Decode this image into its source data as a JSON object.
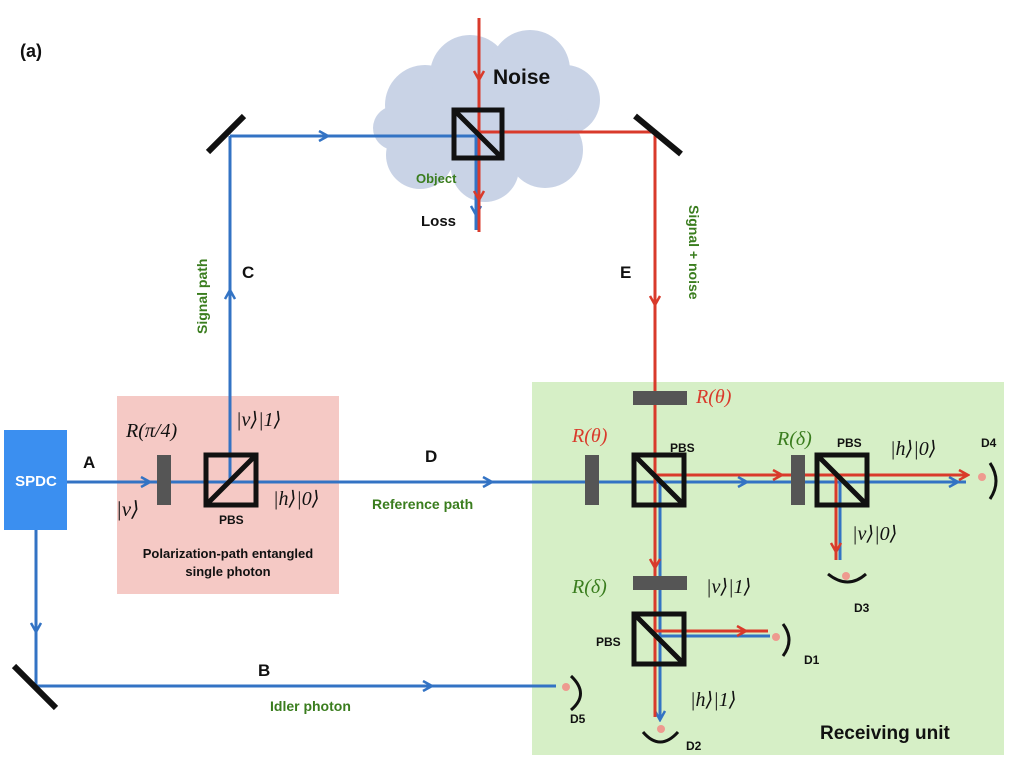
{
  "panel_label": "(a)",
  "labels": {
    "noise": "Noise",
    "object": "Object",
    "loss": "Loss",
    "signal_path": "Signal path",
    "signal_noise": "Signal + noise",
    "C": "C",
    "E": "E",
    "A": "A",
    "B": "B",
    "D": "D",
    "spdc": "SPDC",
    "reference_path": "Reference path",
    "idler_photon": "Idler photon",
    "receiving_unit": "Receiving unit",
    "entangled_1": "Polarization-path entangled",
    "entangled_2": "single photon"
  },
  "components": {
    "r_pi4": "R(π/4)",
    "v_in": "|v⟩",
    "v1": "|v⟩|1⟩",
    "h0": "|h⟩|0⟩",
    "pbs": "PBS",
    "r_theta": "R(θ)",
    "r_delta": "R(δ)",
    "h0_out": "|h⟩|0⟩",
    "v0_out": "|v⟩|0⟩",
    "v1_out": "|v⟩|1⟩",
    "h1_out": "|h⟩|1⟩"
  },
  "detectors": [
    "D1",
    "D2",
    "D3",
    "D4",
    "D5"
  ],
  "colors": {
    "beam_blue": "#3373c4",
    "beam_red": "#d93a2b",
    "label_green": "#3a7d1e",
    "formula_red": "#d93a2b",
    "box_pink": "#f5c9c5",
    "box_green": "#d6efc6",
    "spdc_blue": "#3b8ff0",
    "cloud": "#c9d3e6",
    "plate_gray": "#555555"
  }
}
